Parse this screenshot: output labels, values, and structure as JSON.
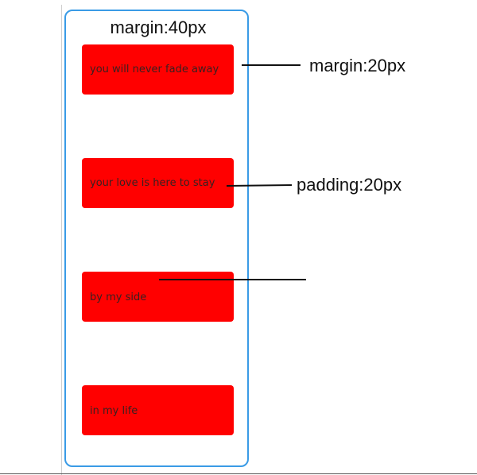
{
  "diagram": {
    "container": {
      "label": "margin:40px",
      "border_color": "#3a9be6"
    },
    "boxes": [
      {
        "text": "you will never fade away"
      },
      {
        "text": "your love is here to stay"
      },
      {
        "text": "by my side"
      },
      {
        "text": "in my life"
      }
    ],
    "box_color": "#ff0000",
    "annotations": [
      {
        "label": "margin:20px"
      },
      {
        "label": "padding:20px"
      },
      {
        "label": ""
      }
    ]
  }
}
